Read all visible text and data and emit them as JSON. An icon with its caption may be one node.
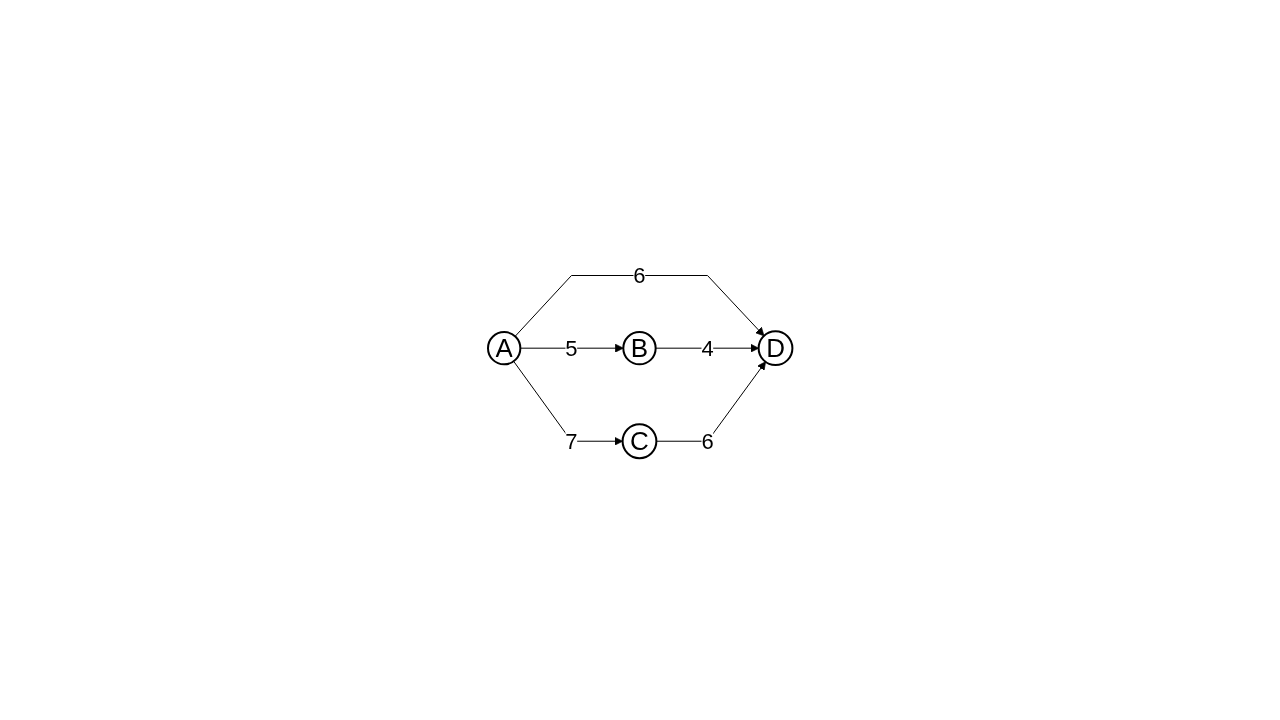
{
  "diagram": {
    "nodes": [
      {
        "text": [
          "A"
        ]
      },
      {
        "text": [
          "B"
        ]
      },
      {
        "text": [
          "C"
        ]
      },
      {
        "text": [
          "D"
        ]
      }
    ],
    "edges": [
      {
        "from": 0,
        "to": 1,
        "arrow": "to",
        "label": "5"
      },
      {
        "from": 0,
        "to": 3,
        "arrow": "to",
        "label": "6"
      },
      {
        "from": 0,
        "to": 2,
        "arrow": "to",
        "label": "7"
      },
      {
        "from": 1,
        "to": 3,
        "arrow": "to",
        "label": "4"
      },
      {
        "from": 2,
        "to": 3,
        "arrow": "to",
        "label": "6"
      }
    ]
  }
}
